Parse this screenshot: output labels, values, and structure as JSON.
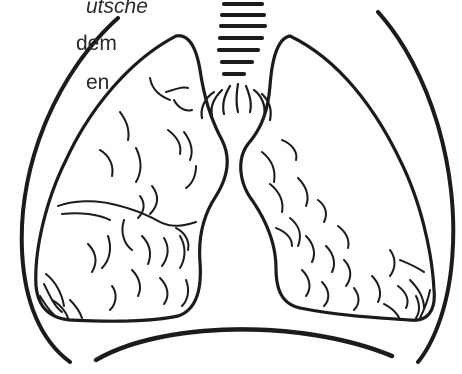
{
  "caption": {
    "line1": "utsche",
    "line2": "dem",
    "line3": "en"
  }
}
